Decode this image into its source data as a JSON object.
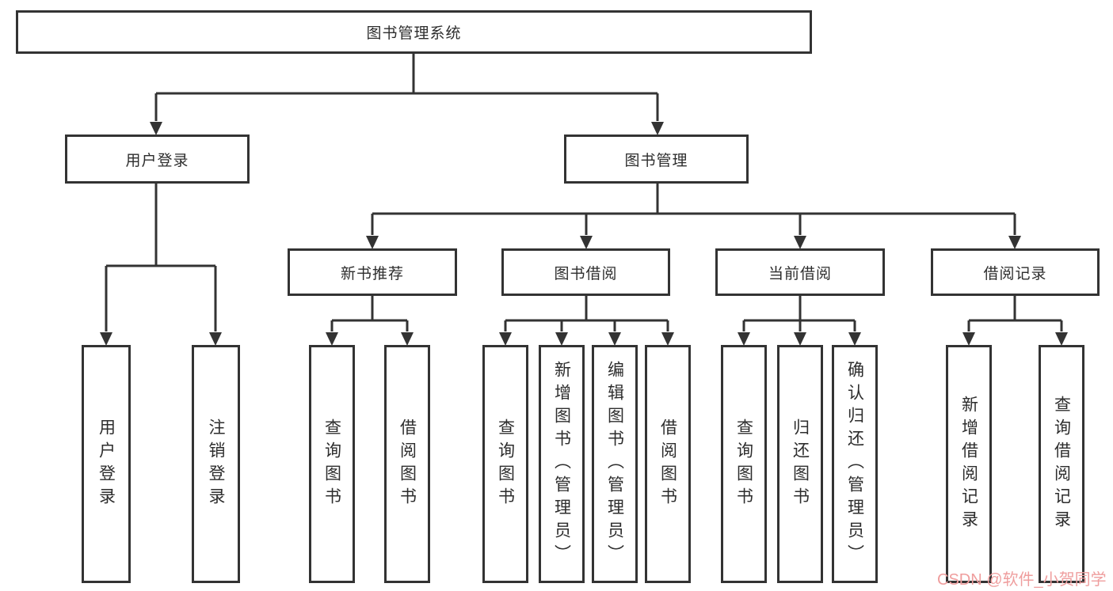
{
  "diagram": {
    "root": {
      "label": "图书管理系统"
    },
    "branches": [
      {
        "label": "用户登录",
        "children": [
          {
            "label": "用户登录"
          },
          {
            "label": "注销登录"
          }
        ]
      },
      {
        "label": "图书管理",
        "children": [
          {
            "label": "新书推荐",
            "children": [
              {
                "label": "查询图书"
              },
              {
                "label": "借阅图书"
              }
            ]
          },
          {
            "label": "图书借阅",
            "children": [
              {
                "label": "查询图书"
              },
              {
                "label": "新增图书（管理员）"
              },
              {
                "label": "编辑图书（管理员）"
              },
              {
                "label": "借阅图书"
              }
            ]
          },
          {
            "label": "当前借阅",
            "children": [
              {
                "label": "查询图书"
              },
              {
                "label": "归还图书"
              },
              {
                "label": "确认归还（管理员）"
              }
            ]
          },
          {
            "label": "借阅记录",
            "children": [
              {
                "label": "新增借阅记录"
              },
              {
                "label": "查询借阅记录"
              }
            ]
          }
        ]
      }
    ]
  },
  "watermark": {
    "text": "CSDN @软件_小贺同学"
  },
  "colors": {
    "line": "#333333",
    "box_fill": "#ffffff",
    "text": "#2d2d2d",
    "background": "#ffffff",
    "watermark": "#ef9e9e"
  }
}
